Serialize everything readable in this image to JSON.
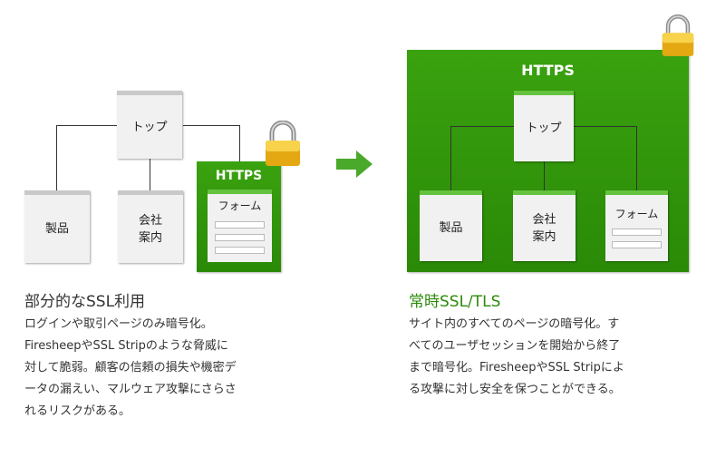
{
  "left": {
    "top_page": "トップ",
    "product_page": "製品",
    "company_page_line1": "会社",
    "company_page_line2": "案内",
    "https_label": "HTTPS",
    "form_page": "フォーム",
    "title": "部分的なSSL利用",
    "description_lines": [
      "ログインや取引ページのみ暗号化。",
      "FiresheepやSSL Stripのような脅威に",
      "対して脆弱。顧客の信頼の損失や機密デ",
      "ータの漏えい、マルウェア攻撃にさらさ",
      "れるリスクがある。"
    ]
  },
  "right": {
    "https_label": "HTTPS",
    "top_page": "トップ",
    "product_page": "製品",
    "company_page_line1": "会社",
    "company_page_line2": "案内",
    "form_page": "フォーム",
    "title": "常時SSL/TLS",
    "description_lines": [
      "サイト内のすべてのページの暗号化。す",
      "べてのユーザセッションを開始から終了",
      "まで暗号化。FiresheepやSSL Stripによ",
      "る攻撃に対し安全を保つことができる。"
    ]
  },
  "colors": {
    "green": "#2f950a",
    "title_green": "#2d8a0a",
    "arrow": "#4aa82a",
    "lock_gold": "#e9b41c"
  },
  "icons": [
    "padlock-icon",
    "arrow-right-icon"
  ]
}
